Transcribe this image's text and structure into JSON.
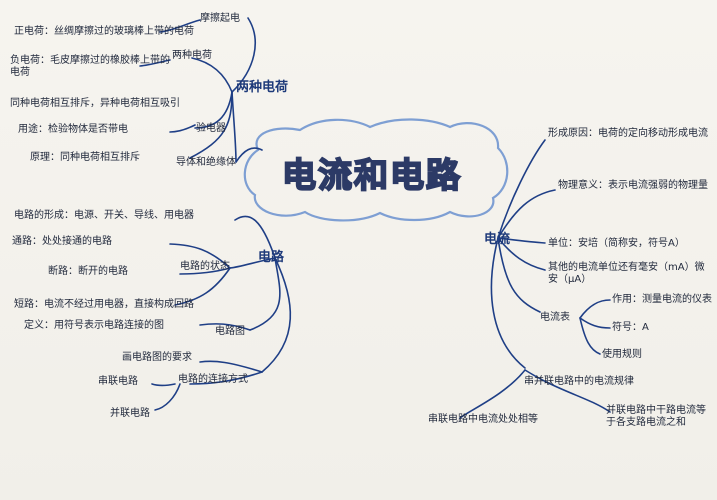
{
  "title": "电流和电路",
  "left": {
    "charges": {
      "label": "两种电荷",
      "items": [
        "摩擦起电",
        "正电荷：丝绸摩擦过的玻璃棒上带的电荷",
        "负电荷：毛皮摩擦过的橡胶棒上带的电荷",
        "两种电荷",
        "同种电荷相互排斥，异种电荷相互吸引",
        "用途：检验物体是否带电",
        "验电器",
        "原理：同种电荷相互排斥",
        "导体和绝缘体"
      ]
    },
    "circuit": {
      "label": "电路",
      "items": [
        "电路的形成：电源、开关、导线、用电器",
        "通路：处处接通的电路",
        "断路：断开的电路",
        "电路的状态",
        "短路：电流不经过用电器，直接构成回路",
        "定义：用符号表示电路连接的图",
        "电路图",
        "画电路图的要求",
        "串联电路",
        "电路的连接方式",
        "并联电路"
      ]
    }
  },
  "right": {
    "current": {
      "label": "电流",
      "items": [
        "形成原因：电荷的定向移动形成电流",
        "物理意义：表示电流强弱的物理量",
        "单位：安培（简称安，符号A）",
        "其他的电流单位还有毫安（mA）微安（μA）",
        "电流表",
        "作用：测量电流的仪表",
        "符号：A",
        "使用规则",
        "串并联电路中的电流规律",
        "串联电路中电流处处相等",
        "并联电路中干路电流等于各支路电流之和"
      ]
    }
  },
  "colors": {
    "ink": "#1e3a7a",
    "line": "#1f3f86",
    "frame": "#8aa7d6"
  }
}
